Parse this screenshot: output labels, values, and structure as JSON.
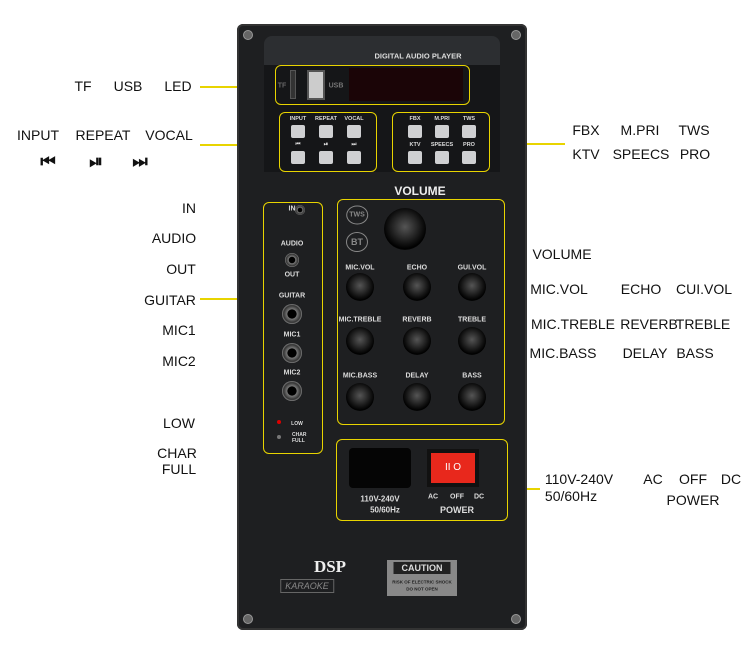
{
  "callouts": {
    "player": [
      "TF",
      "USB",
      "LED"
    ],
    "buttons_left": [
      "INPUT",
      "REPEAT",
      "VOCAL"
    ],
    "buttons_left_icons": [
      "prev-icon",
      "play-pause-icon",
      "next-icon"
    ],
    "buttons_left_glyphs": [
      "⏮",
      "⏯",
      "⏭"
    ],
    "buttons_right_top": [
      "FBX",
      "M.PRI",
      "TWS"
    ],
    "buttons_right_bottom": [
      "KTV",
      "SPEECS",
      "PRO"
    ],
    "left_column": [
      "IN",
      "AUDIO",
      "OUT",
      "GUITAR",
      "MIC1",
      "MIC2",
      "LOW",
      "CHAR",
      "FULL"
    ],
    "volume": "VOLUME",
    "knob_row1": [
      "MIC.VOL",
      "ECHO",
      "CUI.VOL"
    ],
    "knob_row2": [
      "MIC.TREBLE",
      "REVERB",
      "TREBLE"
    ],
    "knob_row3": [
      "MIC.BASS",
      "DELAY",
      "BASS"
    ],
    "power_left": [
      "110V-240V",
      "50/60Hz"
    ],
    "power_right": [
      "AC",
      "OFF",
      "DC"
    ],
    "power": "POWER"
  },
  "panel": {
    "title": "DIGITAL AUDIO PLAYER",
    "tf": "TF",
    "usb": "USB",
    "btn_left_top": [
      "INPUT",
      "REPEAT",
      "VOCAL"
    ],
    "btn_left_bottom": [
      "⏮",
      "⏯",
      "⏭"
    ],
    "btn_right_top": [
      "FBX",
      "M.PRI",
      "TWS"
    ],
    "btn_right_bottom": [
      "KTV",
      "SPEECS",
      "PRO"
    ],
    "volume": "VOLUME",
    "tws": "TWS",
    "bt": "BT",
    "in": "IN",
    "audio": "AUDIO",
    "out": "OUT",
    "guitar": "GUITAR",
    "mic1": "MIC1",
    "mic2": "MIC2",
    "low": "LOW",
    "char_full": "CHAR FULL",
    "knobs": [
      "MIC.VOL",
      "ECHO",
      "GUI.VOL",
      "MIC.TREBLE",
      "REVERB",
      "TREBLE",
      "MIC.BASS",
      "DELAY",
      "BASS"
    ],
    "voltage": "110V-240V",
    "freq": "50/60Hz",
    "switch": [
      "AC",
      "OFF",
      "DC"
    ],
    "power": "POWER",
    "dsp": "DSP",
    "karaoke": "KARAOKE",
    "caution": "CAUTION",
    "caution_sub1": "RISK OF ELECTRIC SHOCK",
    "caution_sub2": "DO NOT OPEN"
  },
  "colors": {
    "accent": "#e8d400",
    "switch": "#e8281c"
  }
}
